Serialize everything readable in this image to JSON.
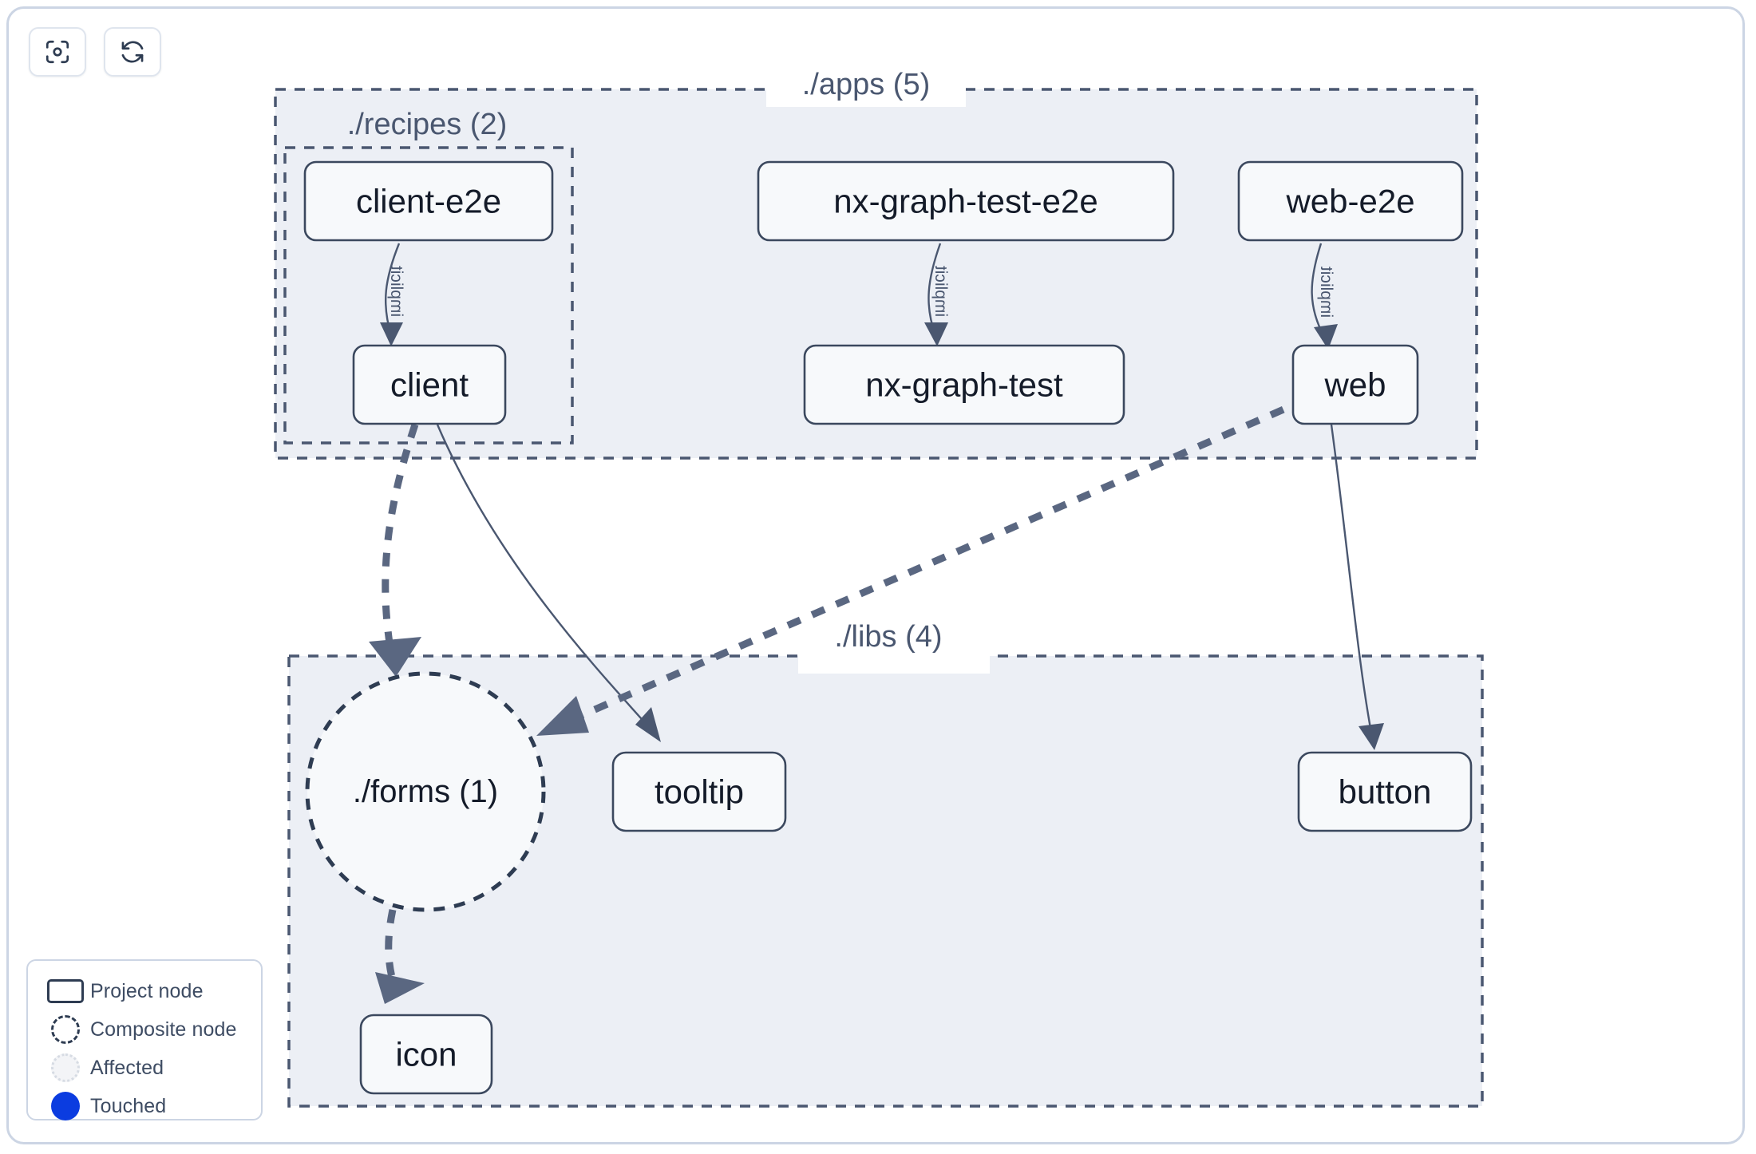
{
  "toolbar": {
    "buttons": [
      {
        "name": "focus-graph-button",
        "icon": "focus-target-icon",
        "label": ""
      },
      {
        "name": "refresh-graph-button",
        "icon": "refresh-icon",
        "label": ""
      }
    ]
  },
  "legend": {
    "items": [
      {
        "label": "Project node",
        "swatch": "rect-outline-icon"
      },
      {
        "label": "Composite node",
        "swatch": "dashed-circle-icon"
      },
      {
        "label": "Affected",
        "swatch": "dotted-circle-icon"
      },
      {
        "label": "Touched",
        "swatch": "filled-circle-icon"
      }
    ],
    "colors": {
      "touched": "#0b3ce0",
      "affected_fill": "#f3f4f7",
      "node_stroke": "#2e3c52"
    }
  },
  "graph": {
    "groups": [
      {
        "id": "apps",
        "label": "./apps (5)"
      },
      {
        "id": "recipes",
        "label": "./recipes (2)"
      },
      {
        "id": "libs",
        "label": "./libs (4)"
      }
    ],
    "nodes": [
      {
        "id": "client-e2e",
        "label": "client-e2e",
        "type": "project",
        "group": "recipes"
      },
      {
        "id": "nx-graph-test-e2e",
        "label": "nx-graph-test-e2e",
        "type": "project",
        "group": "apps"
      },
      {
        "id": "web-e2e",
        "label": "web-e2e",
        "type": "project",
        "group": "apps"
      },
      {
        "id": "client",
        "label": "client",
        "type": "project",
        "group": "recipes"
      },
      {
        "id": "nx-graph-test",
        "label": "nx-graph-test",
        "type": "project",
        "group": "apps"
      },
      {
        "id": "web",
        "label": "web",
        "type": "project",
        "group": "apps"
      },
      {
        "id": "forms",
        "label": "./forms (1)",
        "type": "composite",
        "group": "libs"
      },
      {
        "id": "tooltip",
        "label": "tooltip",
        "type": "project",
        "group": "libs"
      },
      {
        "id": "button",
        "label": "button",
        "type": "project",
        "group": "libs"
      },
      {
        "id": "icon",
        "label": "icon",
        "type": "project",
        "group": "libs"
      }
    ],
    "edges": [
      {
        "from": "client-e2e",
        "to": "client",
        "label": "implicit",
        "style": "thin"
      },
      {
        "from": "nx-graph-test-e2e",
        "to": "nx-graph-test",
        "label": "implicit",
        "style": "thin"
      },
      {
        "from": "web-e2e",
        "to": "web",
        "label": "implicit",
        "style": "thin"
      },
      {
        "from": "client",
        "to": "forms",
        "label": "",
        "style": "thick"
      },
      {
        "from": "client",
        "to": "tooltip",
        "label": "",
        "style": "thin"
      },
      {
        "from": "web",
        "to": "forms",
        "label": "",
        "style": "thick"
      },
      {
        "from": "web",
        "to": "button",
        "label": "",
        "style": "thin"
      },
      {
        "from": "forms",
        "to": "icon",
        "label": "",
        "style": "thick"
      }
    ],
    "colors": {
      "group_fill": "#eceff5",
      "group_stroke": "#4a5770",
      "node_fill": "#f7f9fb",
      "node_stroke": "#3b485e",
      "edge_thick": "#5a6781",
      "edge_thin": "#4a5770",
      "canvas_bg": "#ffffff"
    }
  }
}
